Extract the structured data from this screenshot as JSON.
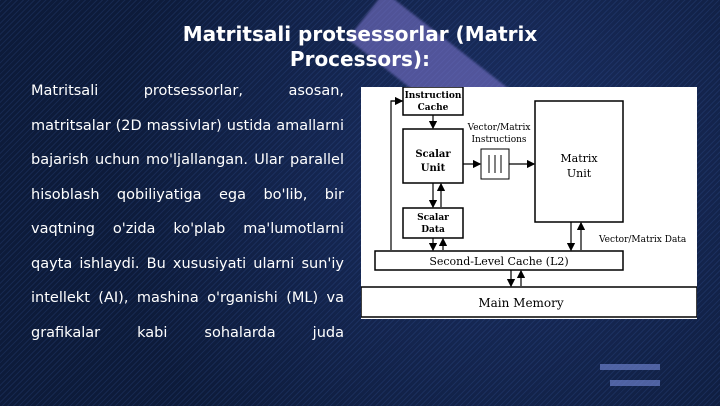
{
  "slide": {
    "title": "Matritsali protsessorlar (Matrix Processors):",
    "body": "Matritsali protsessorlar, asosan, matritsalar (2D massivlar) ustida amallarni bajarish uchun mo'ljallangan. Ular parallel hisoblash qobiliyatiga ega bo'lib, bir vaqtning o'zida ko'plab ma'lumotlarni qayta ishlaydi. Bu xususiyati ularni sun'iy intellekt (AI), mashina o'rganishi (ML) va grafikalar kabi sohalarda juda"
  },
  "diagram": {
    "instruction_cache": [
      "Instruction",
      "Cache"
    ],
    "scalar_unit": [
      "Scalar",
      "Unit"
    ],
    "scalar_data": [
      "Scalar",
      "Data"
    ],
    "vector_matrix_instructions": [
      "Vector/Matrix",
      "Instructions"
    ],
    "matrix_unit": [
      "Matrix",
      "Unit"
    ],
    "vector_matrix_data": "Vector/Matrix Data",
    "l2_cache": "Second-Level Cache (L2)",
    "main_memory": "Main Memory"
  }
}
